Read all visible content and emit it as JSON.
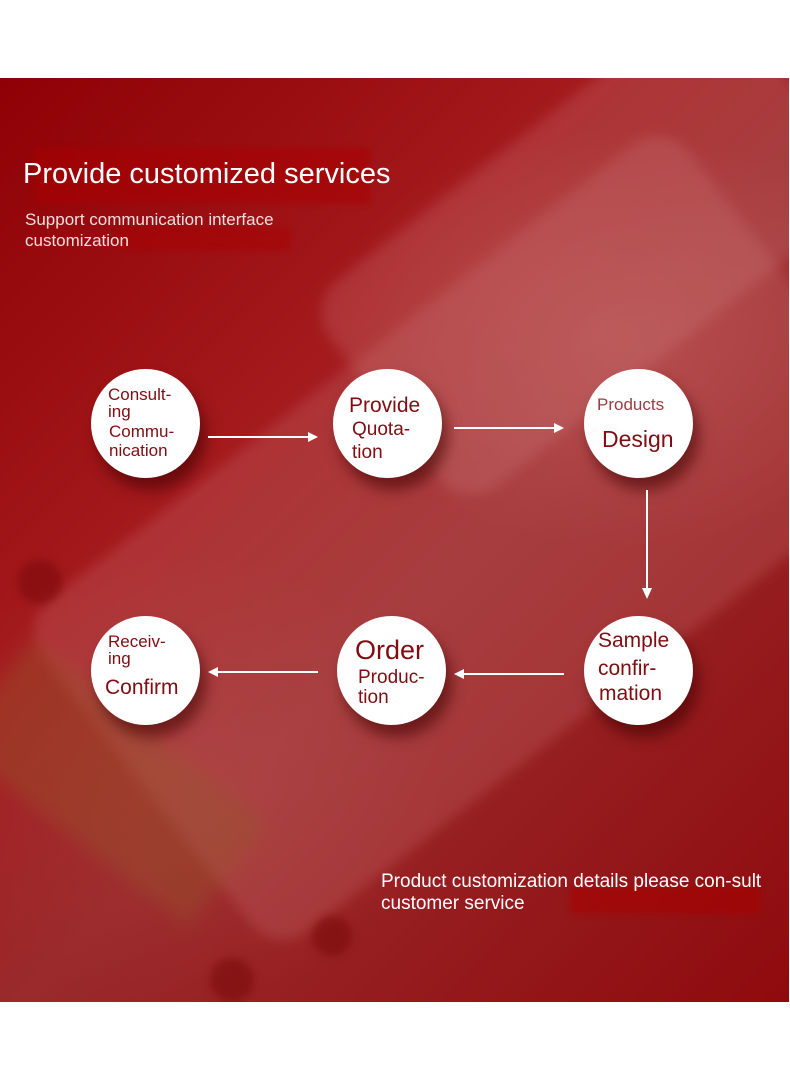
{
  "header": {
    "title": "Provide customized services",
    "subtitle": "Support communication interface customization"
  },
  "footer": {
    "note": "Product customization details please con-sult customer service"
  },
  "process": {
    "steps": [
      {
        "name": "consulting",
        "lines": [
          "Consult-",
          "ing",
          "Commu-",
          "nication"
        ]
      },
      {
        "name": "quotation",
        "lines": [
          "Provide",
          "Quota-",
          "tion"
        ]
      },
      {
        "name": "design",
        "lines": [
          "Products",
          "Design"
        ]
      },
      {
        "name": "sample",
        "lines": [
          "Sample",
          "confir-",
          "mation"
        ]
      },
      {
        "name": "order",
        "lines": [
          "Order",
          "Produc-",
          "tion"
        ]
      },
      {
        "name": "receiving",
        "lines": [
          "Receiv-",
          "ing",
          "Confirm"
        ]
      }
    ]
  },
  "colors": {
    "background_red": "#8e0005",
    "node_text": "#7f0d12",
    "arrow": "#ffffff"
  }
}
